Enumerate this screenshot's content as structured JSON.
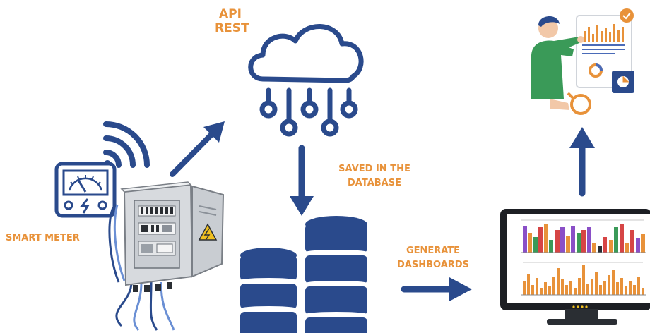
{
  "labels": {
    "api_rest_line1": "API",
    "api_rest_line2": "REST",
    "saved_line1": "SAVED IN THE",
    "saved_line2": "DATABASE",
    "smart_meter": "SMART METER",
    "generate_line1": "GENERATE",
    "generate_line2": "DASHBOARDS"
  },
  "colors": {
    "navy": "#2a4a8c",
    "orange": "#e8923a",
    "green": "#3a9a58",
    "purple": "#8a4fc7",
    "red": "#d64545",
    "gray_panel": "#c9cdd2"
  },
  "icons": [
    "wifi-icon",
    "meter-gauge-icon",
    "cloud-icon",
    "database-icon",
    "monitor-dashboard-icon",
    "person-analytics-icon",
    "high-voltage-icon"
  ]
}
